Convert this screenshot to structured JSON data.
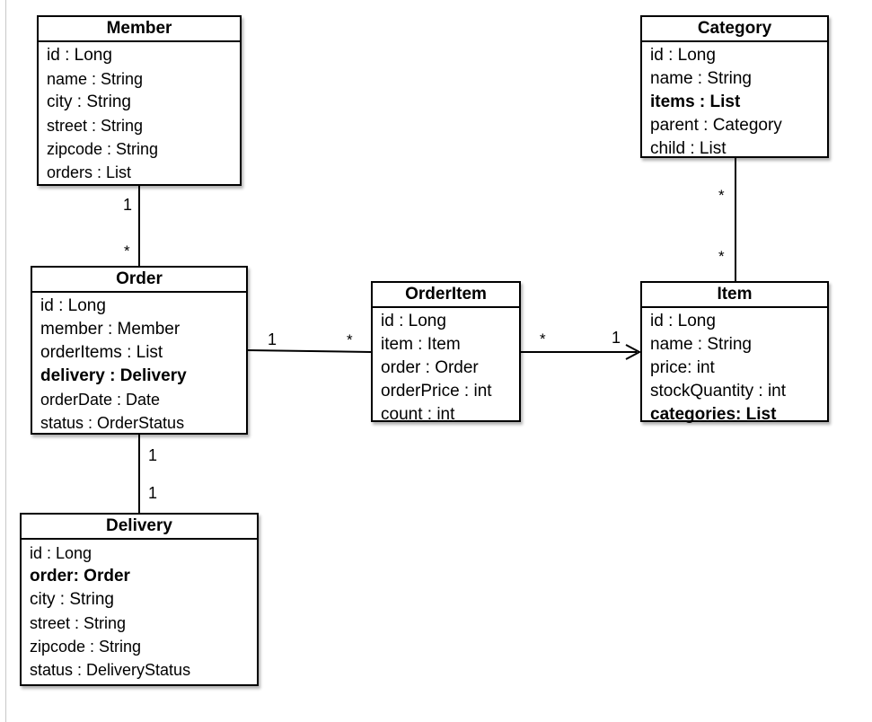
{
  "classes": {
    "member": {
      "name": "Member",
      "attributes": [
        "id : Long",
        "name : String",
        "city : String",
        "street : String",
        "zipcode : String",
        "orders : List"
      ]
    },
    "order": {
      "name": "Order",
      "attributes": [
        "id : Long",
        "member : Member",
        "orderItems : List",
        "delivery : Delivery",
        "orderDate : Date",
        "status : OrderStatus"
      ]
    },
    "delivery": {
      "name": "Delivery",
      "attributes": [
        "id : Long",
        "order: Order",
        "city : String",
        "street : String",
        "zipcode : String",
        "status : DeliveryStatus"
      ]
    },
    "orderitem": {
      "name": "OrderItem",
      "attributes": [
        "id : Long",
        "item : Item",
        "order : Order",
        "orderPrice : int",
        "count : int"
      ]
    },
    "category": {
      "name": "Category",
      "attributes": [
        "id : Long",
        "name : String",
        "items : List",
        "parent : Category",
        "child : List"
      ]
    },
    "item": {
      "name": "Item",
      "attributes": [
        "id : Long",
        "name : String",
        "price: int",
        "stockQuantity : int",
        "categories: List"
      ]
    }
  },
  "associations": {
    "member_order": {
      "member_end": "1",
      "order_end": "*"
    },
    "order_delivery": {
      "order_end": "1",
      "delivery_end": "1"
    },
    "order_orderitem": {
      "order_end": "1",
      "orderitem_end": "*"
    },
    "orderitem_item": {
      "orderitem_end": "*",
      "item_end": "1",
      "navigable_to": "Item"
    },
    "category_item": {
      "category_end": "*",
      "item_end": "*"
    }
  }
}
